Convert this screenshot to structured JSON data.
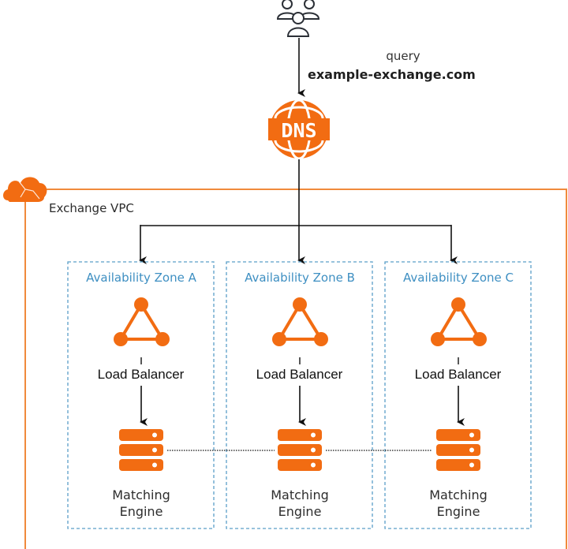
{
  "diagram": {
    "title": "Exchange architecture",
    "colors": {
      "accent": "#f26c12",
      "zone_border": "#5a9fc8",
      "zone_text": "#3e8fc2",
      "line": "#111111",
      "vpc_border": "#f08a3c"
    },
    "client": {
      "icon": "users-icon",
      "query_label": "query",
      "domain_label": "example-exchange.com"
    },
    "dns": {
      "icon": "dns-icon",
      "text": "DNS"
    },
    "vpc": {
      "icon": "cloud-icon",
      "label": "Exchange VPC"
    },
    "zones": [
      {
        "title": "Availability Zone A",
        "lb_label": "Load Balancer",
        "engine_label_1": "Matching",
        "engine_label_2": "Engine"
      },
      {
        "title": "Availability Zone B",
        "lb_label": "Load Balancer",
        "engine_label_1": "Matching",
        "engine_label_2": "Engine"
      },
      {
        "title": "Availability Zone C",
        "lb_label": "Load Balancer",
        "engine_label_1": "Matching",
        "engine_label_2": "Engine"
      }
    ],
    "edges": [
      {
        "from": "users",
        "to": "dns",
        "label": "query example-exchange.com",
        "style": "solid-arrow"
      },
      {
        "from": "dns",
        "to": "zone-a",
        "style": "solid-arrow"
      },
      {
        "from": "dns",
        "to": "zone-b",
        "style": "solid-arrow"
      },
      {
        "from": "dns",
        "to": "zone-c",
        "style": "solid-arrow"
      },
      {
        "from": "load-balancer",
        "to": "matching-engine",
        "style": "solid-arrow"
      },
      {
        "from": "matching-engine-a",
        "to": "matching-engine-b",
        "style": "dotted"
      },
      {
        "from": "matching-engine-b",
        "to": "matching-engine-c",
        "style": "dotted"
      }
    ]
  }
}
